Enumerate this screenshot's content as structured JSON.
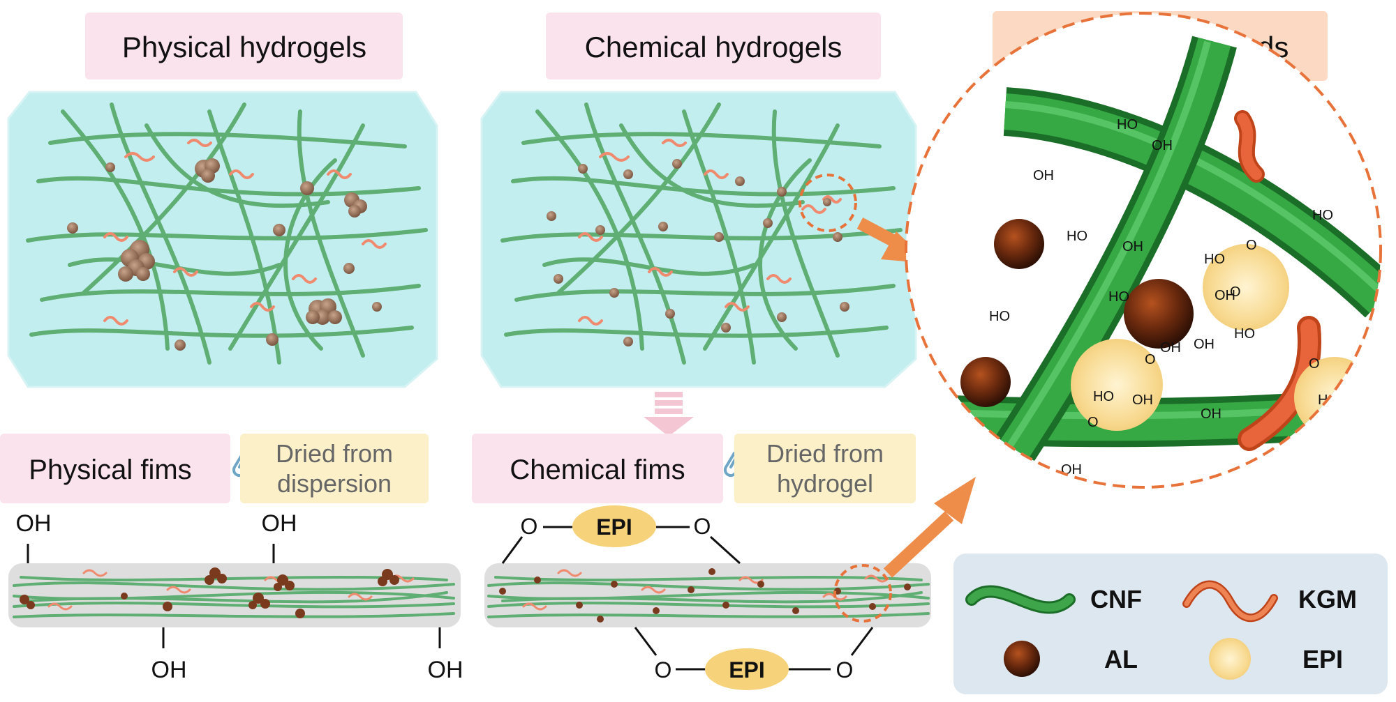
{
  "titles": {
    "physical_hydrogels": "Physical hydrogels",
    "chemical_hydrogels": "Chemical hydrogels",
    "artificial_lcc": "Artificial LCC bonds"
  },
  "films": {
    "physical_films": "Physical fims",
    "chemical_films": "Chemical fims",
    "dried_dispersion_line1": "Dried from",
    "dried_dispersion_line2": "dispersion",
    "dried_hydrogel_line1": "Dried from",
    "dried_hydrogel_line2": "hydrogel"
  },
  "groups": {
    "oh": "OH",
    "ho": "HO",
    "o": "O",
    "epi": "EPI"
  },
  "legend": {
    "cnf": "CNF",
    "kgm": "KGM",
    "al": "AL",
    "epi": "EPI"
  },
  "colors": {
    "cnf_green": "#3fa54a",
    "kgm_orange": "#e8643a",
    "al_brown": "#6b2a0e",
    "epi_yellow": "#f6d27a",
    "gel_blue": "#bfeef0",
    "pink_label": "#fbe3ee",
    "orange_label": "#fbd9c2",
    "cream_label": "#fbf0c8",
    "legend_bg": "#dde7f0",
    "dashed_orange": "#e8733a"
  }
}
